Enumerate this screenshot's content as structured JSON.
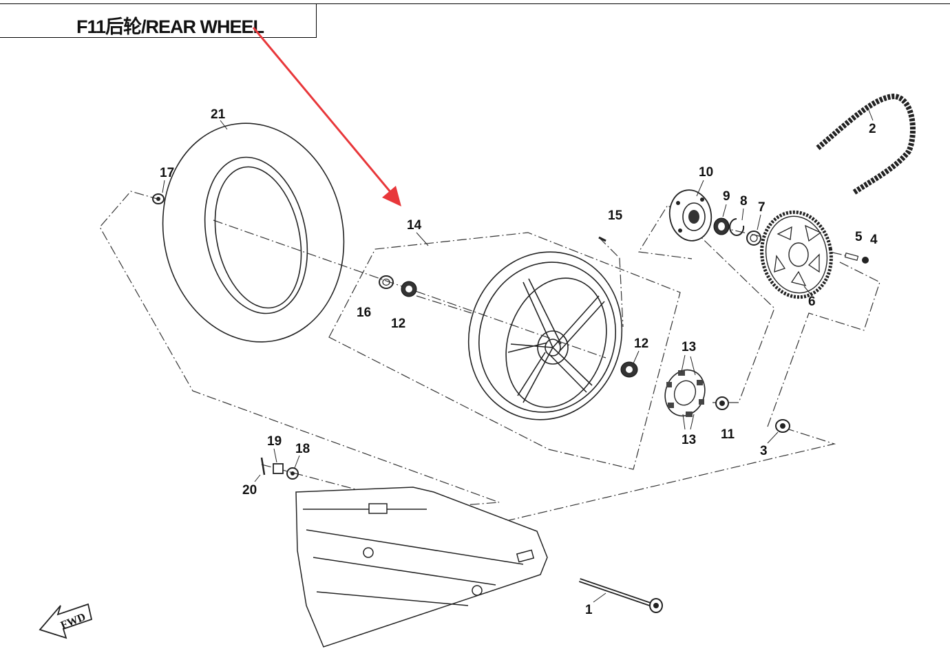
{
  "header": {
    "title": "F11后轮/REAR WHEEL"
  },
  "fwd_label": "FWD",
  "arrow_color": "#e8373a",
  "callouts": [
    "21",
    "17",
    "14",
    "16",
    "12",
    "15",
    "10",
    "9",
    "8",
    "7",
    "2",
    "5",
    "4",
    "6",
    "12",
    "13",
    "13",
    "11",
    "3",
    "19",
    "18",
    "20",
    "1"
  ]
}
